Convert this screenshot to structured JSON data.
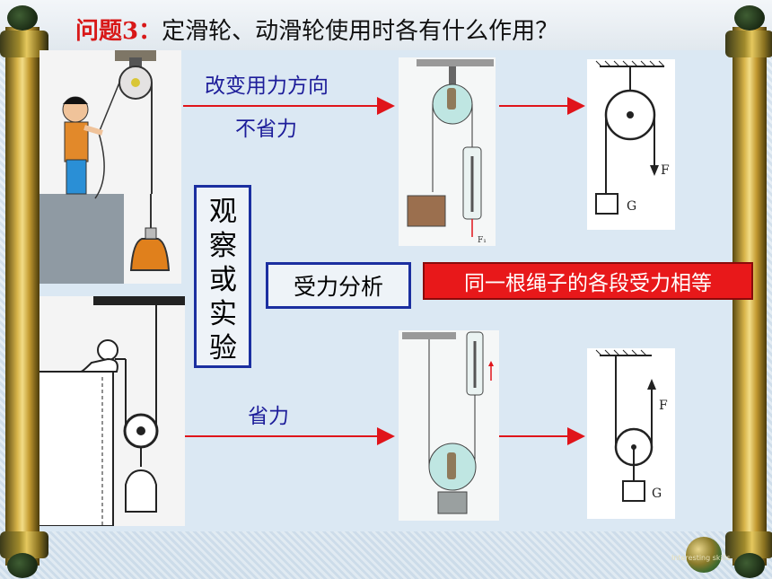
{
  "title": {
    "prefix": "问题3：",
    "text": "定滑轮、动滑轮使用时各有什么作用？"
  },
  "labels": {
    "change_direction": "改变用力方向",
    "no_save_force": "不省力",
    "save_force": "省力"
  },
  "observe_box": {
    "chars": [
      "观",
      "察",
      "或",
      "实",
      "验"
    ]
  },
  "force_analysis": "受力分析",
  "rope_rule": "同一根绳子的各段受力相等",
  "diagram_labels": {
    "pull": "F",
    "weight": "G",
    "scale_reading": "F₁"
  },
  "brand": "Interesting skills",
  "colors": {
    "arrow": "#e0141a",
    "title_accent": "#d81818",
    "label_text": "#1d1d9a",
    "box_border": "#1b2fa0"
  }
}
